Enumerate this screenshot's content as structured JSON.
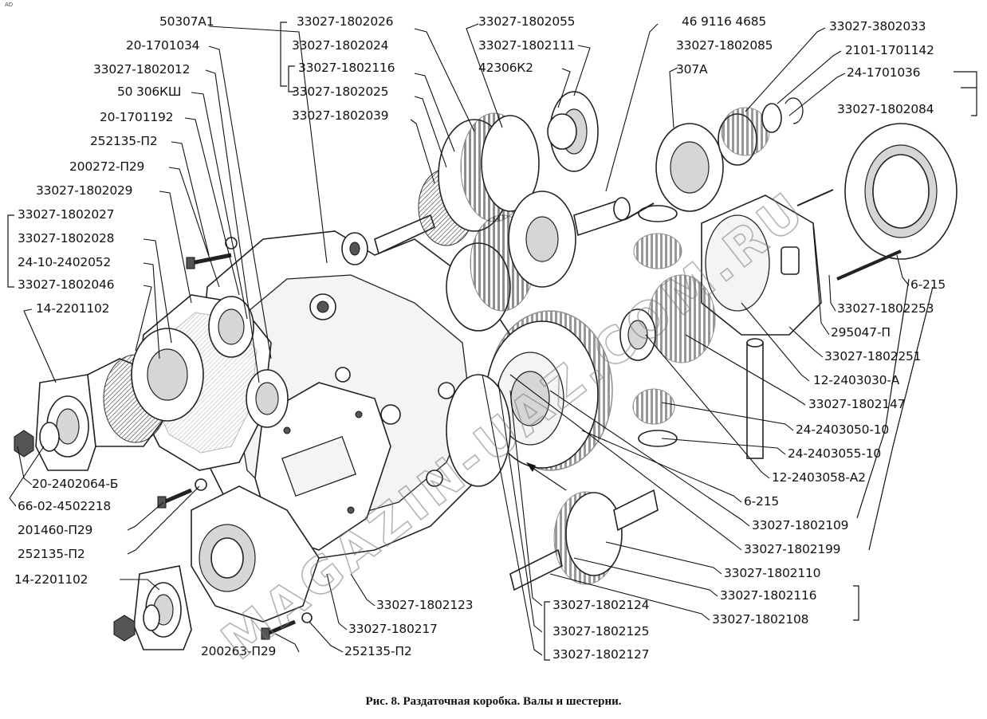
{
  "caption": "Рис. 8. Раздаточная коробка. Валы и шестерни.",
  "corner_mark": "AD",
  "watermark": "MAGAZIN-UAZ.COM.RU",
  "labels": [
    "50307А1",
    "20-1701034",
    "33027-1802012",
    "50 306КШ",
    "20-1701192",
    "252135-П2",
    "200272-П29",
    "33027-1802029",
    "33027-1802027",
    "33027-1802028",
    "24-10-2402052",
    "33027-1802046",
    "14-2201102",
    "33027-1802026",
    "33027-1802024",
    "33027-1802116",
    "33027-1802025",
    "33027-1802039",
    "33027-1802055",
    "33027-1802111",
    "42306К2",
    "46 9116 4685",
    "33027-1802085",
    "307А",
    "33027-3802033",
    "2101-1701142",
    "24-1701036",
    "33027-1802084",
    "6-215",
    "33027-1802253",
    "295047-П",
    "33027-1802251",
    "12-2403030-А",
    "33027-1802147",
    "24-2403050-10",
    "24-2403055-10",
    "12-2403058-А2",
    "6-215",
    "33027-1802109",
    "33027-1802199",
    "33027-1802110",
    "33027-1802116",
    "33027-1802108",
    "20-2402064-Б",
    "66-02-4502218",
    "201460-П29",
    "252135-П2",
    "14-2201102",
    "33027-1802123",
    "33027-1802124",
    "33027-1802125",
    "33027-1802127",
    "33027-180217",
    "200263-П29",
    "252135-П2"
  ]
}
